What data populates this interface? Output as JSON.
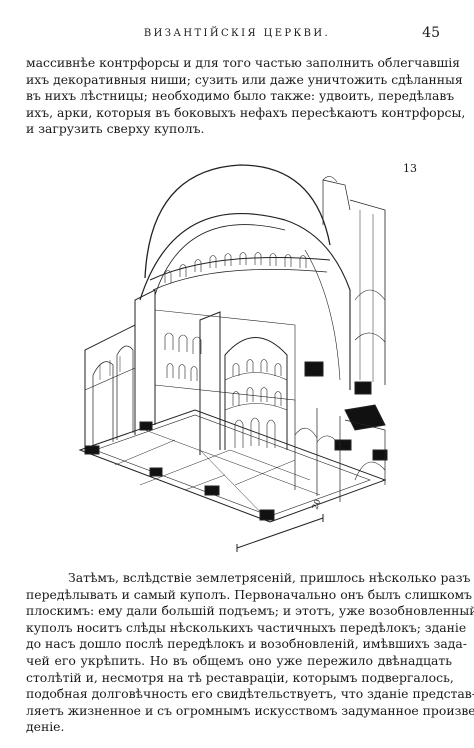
{
  "header": {
    "running_title": "ВИЗАНТІЙСКІЯ ЦЕРКВИ.",
    "page_number": "45"
  },
  "paragraph_1": {
    "lines": [
      "массивнѣе контрфорсы и для того частью заполнить облегчавшія",
      "ихъ декоративныя ниши; сузить или даже уничтожить сдѣланныя",
      "въ нихъ лѣстницы; необходимо было также: удвоить, передѣлавъ",
      "ихъ, арки, которыя въ боковыхъ нефахъ пересѣкаютъ контрфорсы,",
      "и загрузить сверху куполъ."
    ]
  },
  "figure": {
    "number": "13",
    "scale_label": "20",
    "kind": "isometric-cutaway-drawing"
  },
  "paragraph_2": {
    "lines": [
      "Затѣмъ, вслѣдствіе землетрясеній, пришлось нѣсколько разъ",
      "передѣлывать и самый куполъ. Первоначально онъ былъ слишкомъ",
      "плоскимъ: ему дали большій подъемъ; и этотъ, уже возобновленный",
      "куполъ носитъ слѣды нѣсколькихъ частичныхъ передѣлокъ; зданіе",
      "до насъ дошло послѣ передѣлокъ и возобновленій, имѣвшихъ зада-",
      "чей его укрѣпить. Но въ общемъ оно уже пережило двѣнадцать",
      "столѣтій и, несмотря на тѣ реставраціи, которымъ подвергалось,",
      "подобная долговѣчность его свидѣтельствуетъ, что зданіе представ-",
      "ляетъ жизненное и съ огромнымъ искусствомъ задуманное произве-",
      "деніе."
    ]
  }
}
